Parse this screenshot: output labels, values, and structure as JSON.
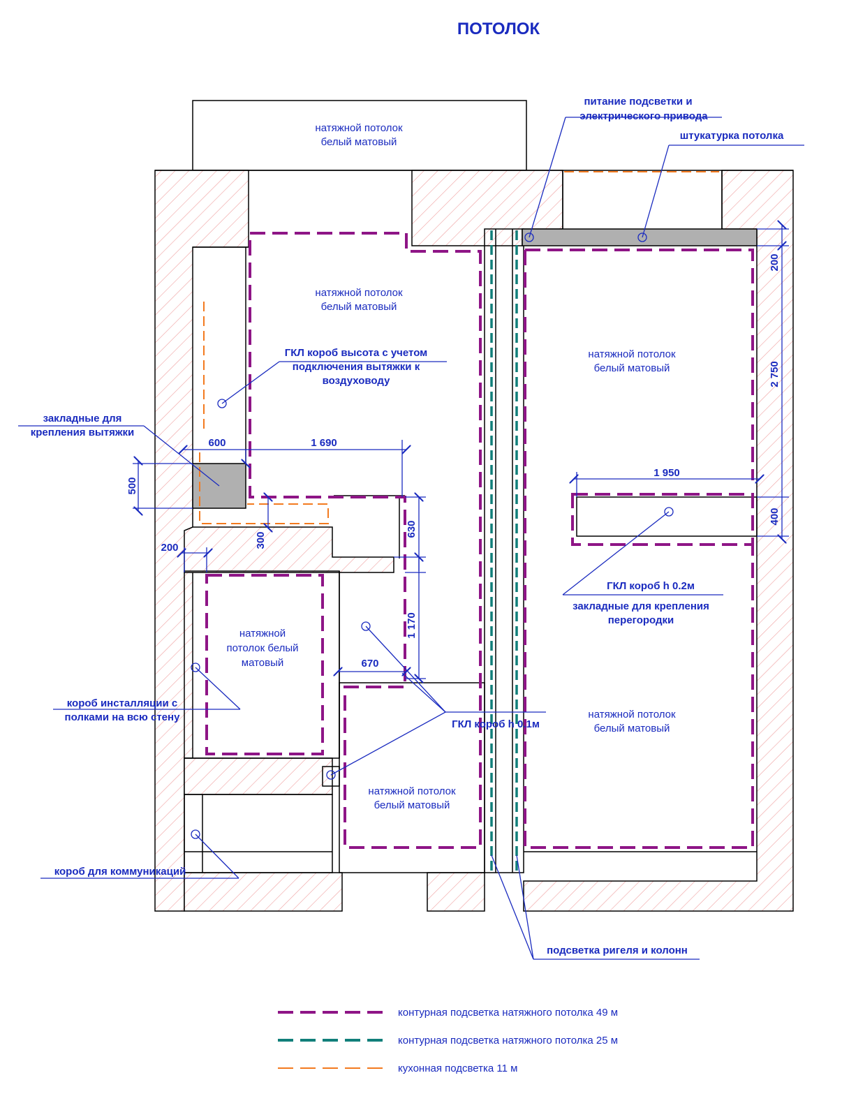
{
  "title": "ПОТОЛОК",
  "labels": {
    "balcony_1": "натяжной потолок",
    "balcony_2": "белый матовый",
    "kitchen_1": "натяжной потолок",
    "kitchen_2": "белый матовый",
    "bigroom_top_1": "натяжной потолок",
    "bigroom_top_2": "белый матовый",
    "bigroom_bottom_1": "натяжной потолок",
    "bigroom_bottom_2": "белый матовый",
    "bath_1": "натяжной",
    "bath_2": "потолок белый",
    "bath_3": "матовый",
    "hall_1": "натяжной потолок",
    "hall_2": "белый матовый",
    "power_1": "питание подсветки и",
    "power_2": "электрического привода",
    "plaster": "штукатурка потолка",
    "gkl_hood_1": "ГКЛ короб высота с учетом",
    "gkl_hood_2": "подключения вытяжки к",
    "gkl_hood_3": "воздуховоду",
    "hood_mount_1": "закладные для",
    "hood_mount_2": "крепления вытяжки",
    "gkl_02": "ГКЛ короб h 0.2м",
    "partition_1": "закладные для крепления",
    "partition_2": "перегородки",
    "install_box_1": "короб инсталляции с",
    "install_box_2": "полками на всю стену",
    "gkl_01": "ГКЛ короб h 0.1м",
    "comm_box": "короб для коммуникаций",
    "beam_light": "подсветка ригеля и колонн"
  },
  "dimensions": {
    "d600": "600",
    "d1690": "1 690",
    "d500": "500",
    "d300": "300",
    "d630": "630",
    "d200_left": "200",
    "d1170": "1 170",
    "d670": "670",
    "d1950": "1 950",
    "d200_right": "200",
    "d2750": "2 750",
    "d400": "400"
  },
  "legend": [
    {
      "label": "контурная подсветка натяжного потолка 49 м",
      "color": "#8e1586"
    },
    {
      "label": "контурная подсветка натяжного потолка 25 м",
      "color": "#117f7a"
    },
    {
      "label": "кухонная подсветка  11 м",
      "color": "#f37a1f"
    }
  ],
  "colors": {
    "text": "#1a2bbf",
    "purple_light": "#8e1586",
    "teal_light": "#117f7a",
    "orange_light": "#f37a1f",
    "box_gray": "#b0b0b0",
    "hatch": "#f0a0a0"
  }
}
